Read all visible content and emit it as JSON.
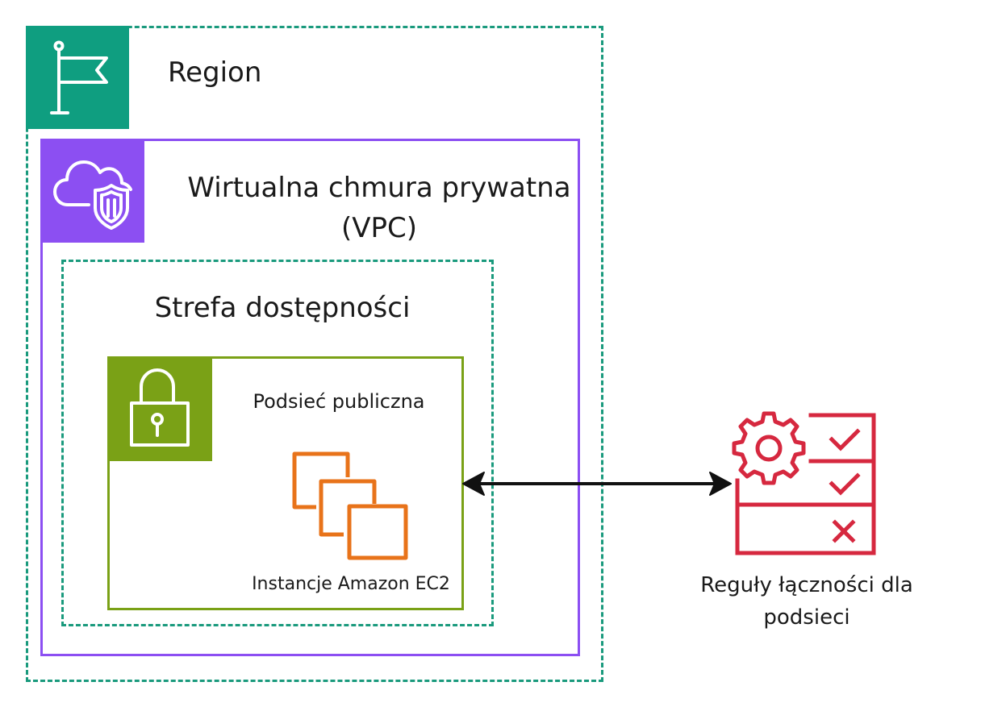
{
  "region": {
    "label": "Region",
    "icon": "flag-icon",
    "color": "#0f9e80"
  },
  "vpc": {
    "label": "Wirtualna chmura prywatna (VPC)",
    "icon": "cloud-shield-icon",
    "color": "#8c4ff2"
  },
  "availability_zone": {
    "label": "Strefa dostępności",
    "color": "#1a9a7d"
  },
  "subnet": {
    "label": "Podsieć publiczna",
    "icon": "padlock-icon",
    "color": "#7aa116"
  },
  "ec2": {
    "label": "Instancje Amazon EC2",
    "icon": "stacked-instances-icon",
    "color": "#e8731a"
  },
  "rules": {
    "label": "Reguły łączności dla podsieci",
    "icon": "gear-checklist-icon",
    "color": "#d6283f"
  }
}
